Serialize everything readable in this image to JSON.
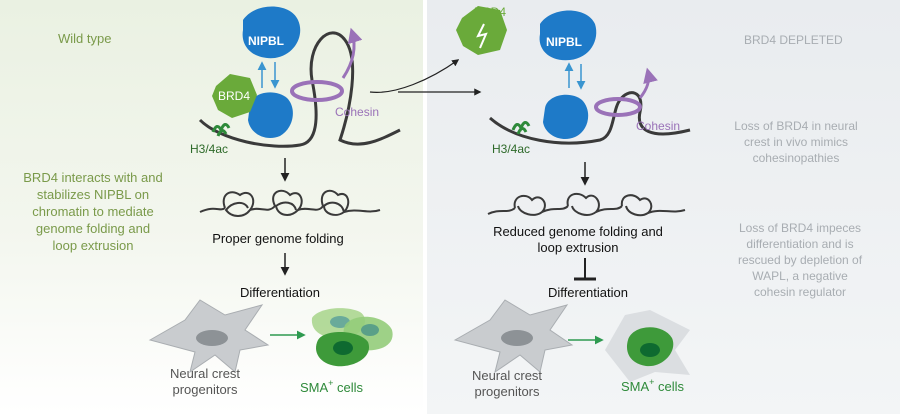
{
  "colors": {
    "left_bg_top": "#eef3e6",
    "left_bg_bottom": "#ffffff",
    "right_bg": "#eceff2",
    "green_text": "#7a9a4a",
    "grey_text": "#a8adb2",
    "nipbl": "#1e7ac8",
    "brd4": "#6aaa3a",
    "cohesin": "#9a72b8",
    "chromatin": "#3a3a3a",
    "h3": "#2e8a3a",
    "arrow_blue": "#3a95d0",
    "sma_green": "#3aa040"
  },
  "left": {
    "title": "Wild type",
    "desc": [
      "BRD4 interacts with and",
      "stabilizes NIPBL on",
      "chromatin to mediate",
      "genome folding and",
      "loop extrusion"
    ],
    "nipbl": "NIPBL",
    "brd4": "BRD4",
    "cohesin": "Cohesin",
    "h3": "H3/4ac",
    "folding": "Proper genome folding",
    "differentiation": "Differentiation",
    "progenitors": [
      "Neural crest",
      "progenitors"
    ],
    "sma": "SMA",
    "sma_sup": "+",
    "sma_suffix": " cells"
  },
  "right": {
    "title": "BRD4 DEPLETED",
    "brd4": "BRD4",
    "nipbl": "NIPBL",
    "cohesin": "Cohesin",
    "h3": "H3/4ac",
    "folding": [
      "Reduced genome folding and",
      "loop extrusion"
    ],
    "differentiation": "Differentiation",
    "progenitors": [
      "Neural crest",
      "progenitors"
    ],
    "sma": "SMA",
    "sma_sup": "+",
    "sma_suffix": " cells",
    "note1": [
      "Loss of BRD4 in neural",
      "crest in vivo mimics",
      "cohesinopathies"
    ],
    "note2": [
      "Loss of BRD4 impeces",
      "differentiation and is",
      "rescued by depletion of",
      "WAPL, a negative",
      "cohesin regulator"
    ]
  }
}
